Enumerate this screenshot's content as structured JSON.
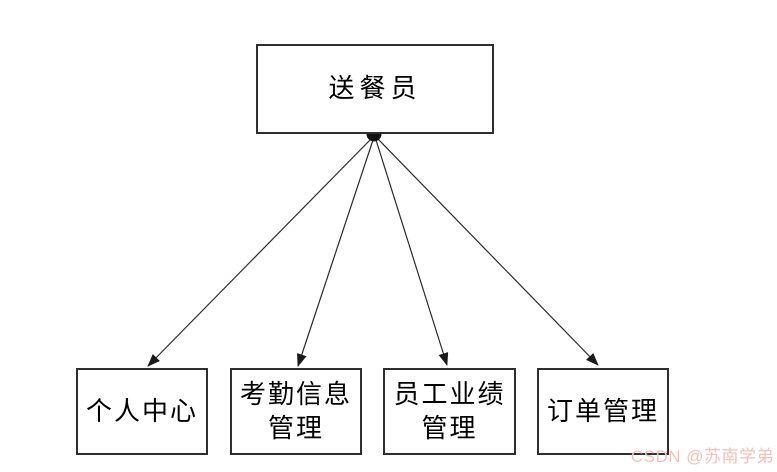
{
  "diagram": {
    "type": "hierarchy",
    "root": {
      "id": "deliverer",
      "lines": [
        "送餐员"
      ]
    },
    "children": [
      {
        "id": "personal-center",
        "lines": [
          "个人中心"
        ]
      },
      {
        "id": "attendance-info-management",
        "lines": [
          "考勤信息",
          "管理"
        ]
      },
      {
        "id": "employee-performance-management",
        "lines": [
          "员工业绩",
          "管理"
        ]
      },
      {
        "id": "order-management",
        "lines": [
          "订单管理"
        ]
      }
    ],
    "edges": [
      {
        "from": "deliverer",
        "to": "personal-center"
      },
      {
        "from": "deliverer",
        "to": "attendance-info-management"
      },
      {
        "from": "deliverer",
        "to": "employee-performance-management"
      },
      {
        "from": "deliverer",
        "to": "order-management"
      }
    ],
    "colors": {
      "border": "#2e2e2e",
      "line": "#2a2a2a",
      "dot": "#111111",
      "text": "#000000",
      "background": "#ffffff"
    }
  },
  "watermark": {
    "text": "CSDN @苏南学弟",
    "color": "#f2c0b8"
  }
}
